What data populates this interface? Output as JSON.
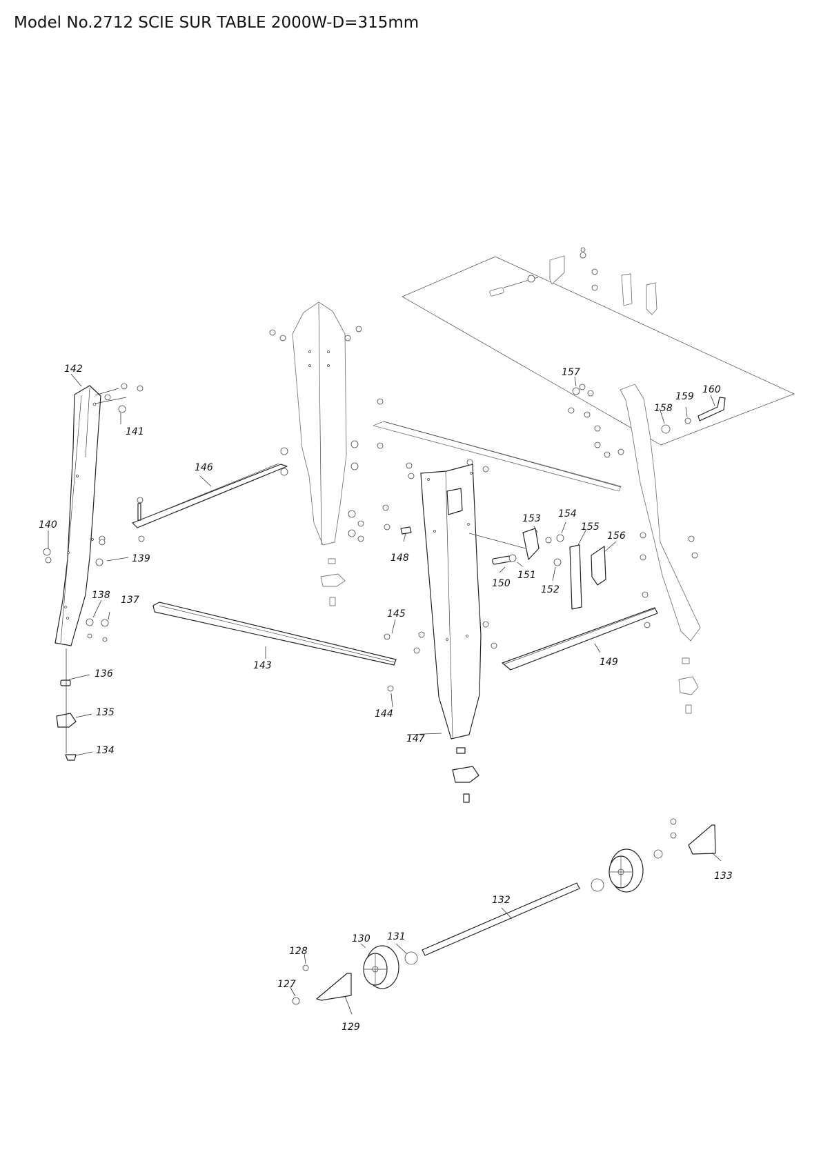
{
  "title": "Model No.2712 SCIE SUR TABLE 2000W-D=315mm",
  "part_labels": {
    "p127": "127",
    "p128": "128",
    "p129": "129",
    "p130": "130",
    "p131": "131",
    "p132": "132",
    "p133": "133",
    "p134": "134",
    "p135": "135",
    "p136": "136",
    "p137": "137",
    "p138": "138",
    "p139": "139",
    "p140": "140",
    "p141": "141",
    "p142": "142",
    "p143": "143",
    "p144": "144",
    "p145": "145",
    "p146": "146",
    "p147": "147",
    "p148": "148",
    "p149": "149",
    "p150": "150",
    "p151": "151",
    "p152": "152",
    "p153": "153",
    "p154": "154",
    "p155": "155",
    "p156": "156",
    "p157": "157",
    "p158": "158",
    "p159": "159",
    "p160": "160"
  }
}
